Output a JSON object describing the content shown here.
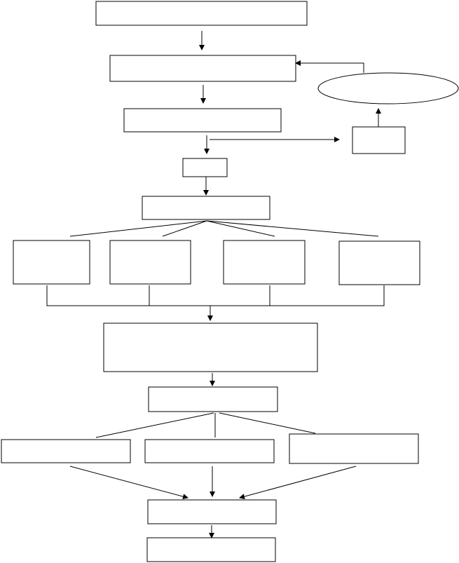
{
  "diagram": {
    "nodes": [
      {
        "id": "top-box",
        "label": ""
      },
      {
        "id": "second-box",
        "label": ""
      },
      {
        "id": "third-box",
        "label": ""
      },
      {
        "id": "feedback-ellipse",
        "label": ""
      },
      {
        "id": "side-box",
        "label": ""
      },
      {
        "id": "small-box",
        "label": ""
      },
      {
        "id": "split-box",
        "label": ""
      },
      {
        "id": "branch-box-1",
        "label": ""
      },
      {
        "id": "branch-box-2",
        "label": ""
      },
      {
        "id": "branch-box-3",
        "label": ""
      },
      {
        "id": "branch-box-4",
        "label": ""
      },
      {
        "id": "merge-box",
        "label": ""
      },
      {
        "id": "second-split-box",
        "label": ""
      },
      {
        "id": "lower-branch-1",
        "label": ""
      },
      {
        "id": "lower-branch-2",
        "label": ""
      },
      {
        "id": "lower-branch-3",
        "label": ""
      },
      {
        "id": "converge-box",
        "label": ""
      },
      {
        "id": "final-box",
        "label": ""
      }
    ]
  }
}
